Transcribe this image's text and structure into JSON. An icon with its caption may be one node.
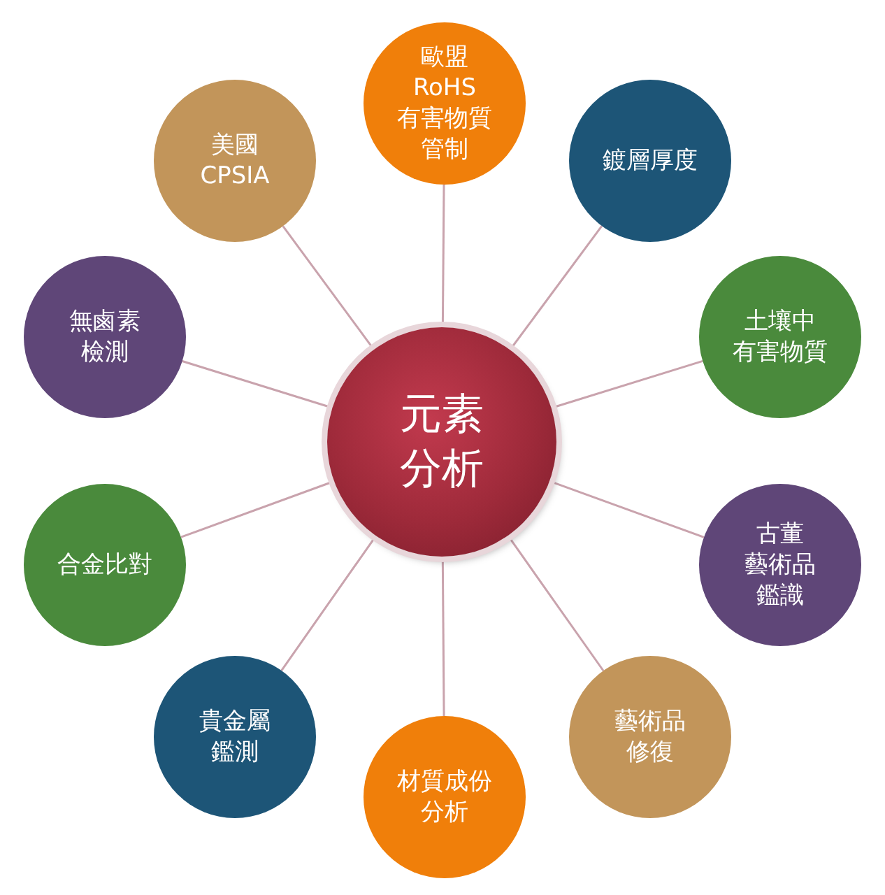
{
  "diagram": {
    "nodes": [
      {
        "text": [
          "元素分析"
        ]
      },
      {
        "text": [
          "歐盟RoHS有害物質管制"
        ]
      },
      {
        "text": [
          "鍍層厚度"
        ]
      },
      {
        "text": [
          "土壤中有害物質"
        ]
      },
      {
        "text": [
          "古董藝術品鑑識"
        ]
      },
      {
        "text": [
          "藝術品修復"
        ]
      },
      {
        "text": [
          "材質成份分析"
        ]
      },
      {
        "text": [
          "貴金屬鑑測"
        ]
      },
      {
        "text": [
          "合金比對"
        ]
      },
      {
        "text": [
          "無鹵素檢測"
        ]
      },
      {
        "text": [
          "美國CPSIA"
        ]
      }
    ],
    "edges": [
      {
        "from": 0,
        "to": 1,
        "arrow": "none"
      },
      {
        "from": 0,
        "to": 2,
        "arrow": "none"
      },
      {
        "from": 0,
        "to": 3,
        "arrow": "none"
      },
      {
        "from": 0,
        "to": 4,
        "arrow": "none"
      },
      {
        "from": 0,
        "to": 5,
        "arrow": "none"
      },
      {
        "from": 0,
        "to": 6,
        "arrow": "none"
      },
      {
        "from": 0,
        "to": 7,
        "arrow": "none"
      },
      {
        "from": 0,
        "to": 8,
        "arrow": "none"
      },
      {
        "from": 0,
        "to": 9,
        "arrow": "none"
      },
      {
        "from": 0,
        "to": 10,
        "arrow": "none"
      }
    ]
  }
}
